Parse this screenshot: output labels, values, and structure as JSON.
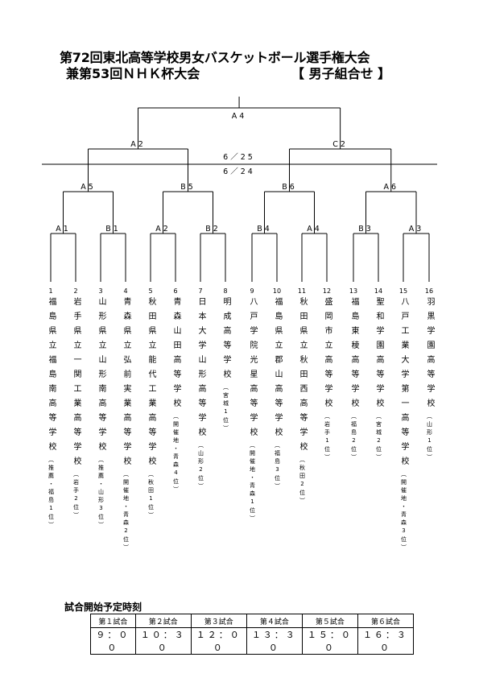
{
  "header": {
    "line1": "第72回東北高等学校男女バスケットボール選手権大会",
    "line2": "兼第53回ＮＨＫ杯大会",
    "bracket_label": "【 男子組合せ 】"
  },
  "bracket": {
    "final_label": "A4",
    "semis": [
      "A2",
      "C2"
    ],
    "date_upper": "6／25",
    "date_lower": "6／24",
    "quarters": [
      "A5",
      "B5",
      "B6",
      "A6"
    ],
    "first_round": [
      "A1",
      "B1",
      "A2",
      "B2",
      "B4",
      "A4",
      "B3",
      "A3"
    ]
  },
  "teams": [
    {
      "num": "1",
      "name": "福島県立福島南高等学校",
      "note": "（推薦・福島1位）"
    },
    {
      "num": "2",
      "name": "岩手県立一関工業高等学校",
      "note": "（岩手2位）"
    },
    {
      "num": "3",
      "name": "山形県立山形南高等学校",
      "note": "（推薦・山形3位）"
    },
    {
      "num": "4",
      "name": "青森県立弘前実業高等学校",
      "note": "（開催地・青森2位）"
    },
    {
      "num": "5",
      "name": "秋田県立能代工業高等学校",
      "note": "（秋田1位）"
    },
    {
      "num": "6",
      "name": "青森山田高等学校",
      "note": "（開催地・青森4位）"
    },
    {
      "num": "7",
      "name": "日本大学山形高等学校",
      "note": "（山形2位）"
    },
    {
      "num": "8",
      "name": "明成高等学校",
      "note": "（宮城1位）"
    },
    {
      "num": "9",
      "name": "八戸学院光星高等学校",
      "note": "（開催地・青森1位）"
    },
    {
      "num": "10",
      "name": "福島県立郡山高等学校",
      "note": "（福島3位）"
    },
    {
      "num": "11",
      "name": "秋田県立秋田西高等学校",
      "note": "（秋田2位）"
    },
    {
      "num": "12",
      "name": "盛岡市立高等学校",
      "note": "（岩手1位）"
    },
    {
      "num": "13",
      "name": "福島東稜高等学校",
      "note": "（福島2位）"
    },
    {
      "num": "14",
      "name": "聖和学園高等学校",
      "note": "（宮城2位）"
    },
    {
      "num": "15",
      "name": "八戸工業大学第一高等学校",
      "note": "（開催地・青森3位）"
    },
    {
      "num": "16",
      "name": "羽黒学園高等学校",
      "note": "（山形1位）"
    }
  ],
  "schedule": {
    "title": "試合開始予定時刻",
    "games": [
      "第１試合",
      "第２試合",
      "第３試合",
      "第４試合",
      "第５試合",
      "第６試合"
    ],
    "times": [
      "９：００",
      "１０：３０",
      "１２：００",
      "１３：３０",
      "１５：００",
      "１６：３０"
    ]
  }
}
